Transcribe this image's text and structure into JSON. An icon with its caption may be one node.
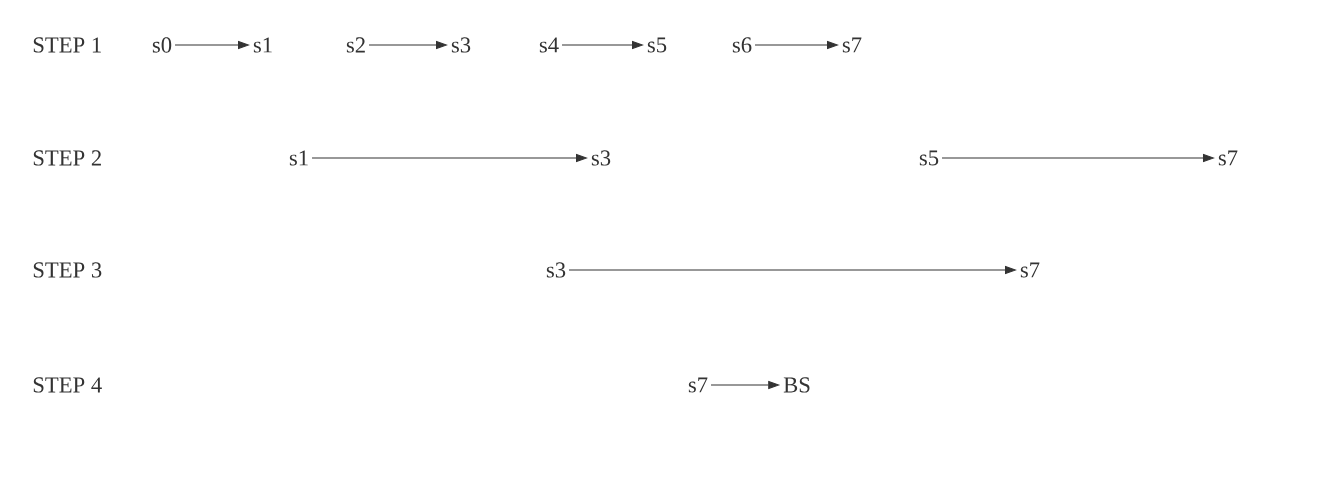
{
  "diagram": {
    "nodes": [
      {
        "text": [
          "s0"
        ]
      },
      {
        "text": [
          "s1"
        ]
      },
      {
        "text": [
          "s2"
        ]
      },
      {
        "text": [
          "s3"
        ]
      },
      {
        "text": [
          "s4"
        ]
      },
      {
        "text": [
          "s5"
        ]
      },
      {
        "text": [
          "s6"
        ]
      },
      {
        "text": [
          "s7"
        ]
      },
      {
        "text": [
          "s1"
        ]
      },
      {
        "text": [
          "s3"
        ]
      },
      {
        "text": [
          "s5"
        ]
      },
      {
        "text": [
          "s7"
        ]
      },
      {
        "text": [
          "s3"
        ]
      },
      {
        "text": [
          "s7"
        ]
      },
      {
        "text": [
          "s7"
        ]
      },
      {
        "text": [
          "BS"
        ]
      }
    ],
    "edges": [
      {
        "from": 0,
        "to": 1,
        "arrow": "to"
      },
      {
        "from": 2,
        "to": 3,
        "arrow": "to"
      },
      {
        "from": 4,
        "to": 5,
        "arrow": "to"
      },
      {
        "from": 6,
        "to": 7,
        "arrow": "to"
      },
      {
        "from": 8,
        "to": 9,
        "arrow": "to"
      },
      {
        "from": 10,
        "to": 11,
        "arrow": "to"
      },
      {
        "from": 12,
        "to": 13,
        "arrow": "to"
      },
      {
        "from": 14,
        "to": 15,
        "arrow": "to"
      }
    ],
    "labels": [
      "STEP 1",
      "STEP 2",
      "STEP 3",
      "STEP 4"
    ]
  }
}
